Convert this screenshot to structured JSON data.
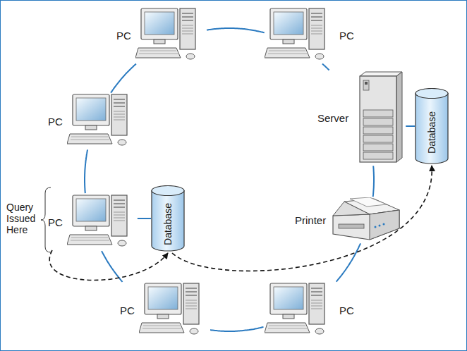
{
  "diagram": {
    "nodes": [
      {
        "text": [
          "PC"
        ]
      },
      {
        "text": [
          "PC"
        ]
      },
      {
        "text": [
          "PC"
        ]
      },
      {
        "text": [
          "Server"
        ]
      },
      {
        "text": [
          "Database"
        ]
      },
      {
        "text": [
          "PC"
        ]
      },
      {
        "text": [
          "Database"
        ]
      },
      {
        "text": [
          "Printer"
        ]
      },
      {
        "text": [
          "PC"
        ]
      },
      {
        "text": [
          "PC"
        ]
      }
    ],
    "edges": [
      {
        "from": 0,
        "to": 1,
        "arrow": "none"
      },
      {
        "from": 1,
        "to": 3,
        "arrow": "none"
      },
      {
        "from": 3,
        "to": 7,
        "arrow": "none"
      },
      {
        "from": 7,
        "to": 9,
        "arrow": "none"
      },
      {
        "from": 9,
        "to": 8,
        "arrow": "none"
      },
      {
        "from": 8,
        "to": 5,
        "arrow": "none"
      },
      {
        "from": 5,
        "to": 2,
        "arrow": "none"
      },
      {
        "from": 2,
        "to": 0,
        "arrow": "none"
      },
      {
        "from": 5,
        "to": 6,
        "arrow": "none"
      },
      {
        "from": 3,
        "to": 4,
        "arrow": "none"
      },
      {
        "from": 5,
        "to": 6,
        "arrow": "to"
      },
      {
        "from": 6,
        "to": 4,
        "arrow": "to"
      }
    ],
    "labels": [
      "Query Issued Here"
    ]
  }
}
